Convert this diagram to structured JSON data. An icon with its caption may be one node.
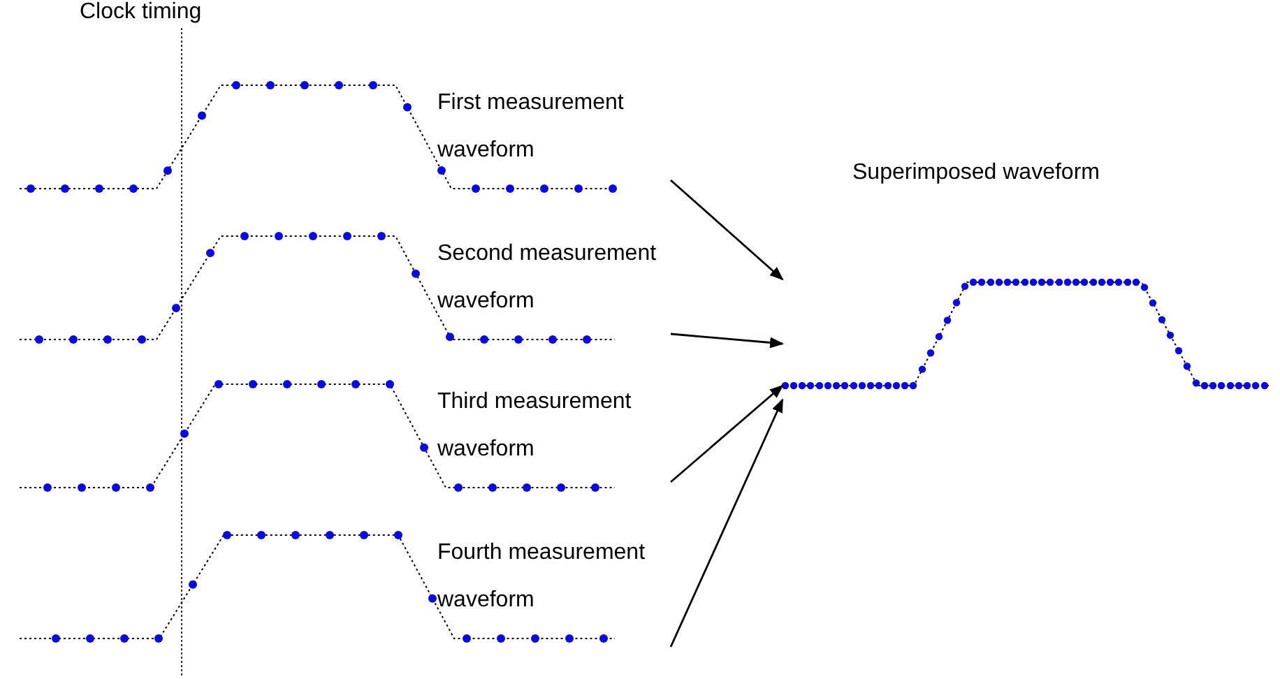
{
  "diagram": {
    "nodes": [
      {
        "text": [
          "First measurement waveform"
        ]
      },
      {
        "text": [
          "Second measurement waveform"
        ]
      },
      {
        "text": [
          "Third measurement waveform"
        ]
      },
      {
        "text": [
          "Fourth measurement waveform"
        ]
      },
      {
        "text": [
          "Superimposed waveform"
        ]
      }
    ],
    "edges": [
      {
        "from": 0,
        "to": 4,
        "arrow": "to"
      },
      {
        "from": 1,
        "to": 4,
        "arrow": "to"
      },
      {
        "from": 2,
        "to": 4,
        "arrow": "to"
      },
      {
        "from": 3,
        "to": 4,
        "arrow": "to"
      }
    ],
    "labels": [
      "Clock timing"
    ]
  }
}
